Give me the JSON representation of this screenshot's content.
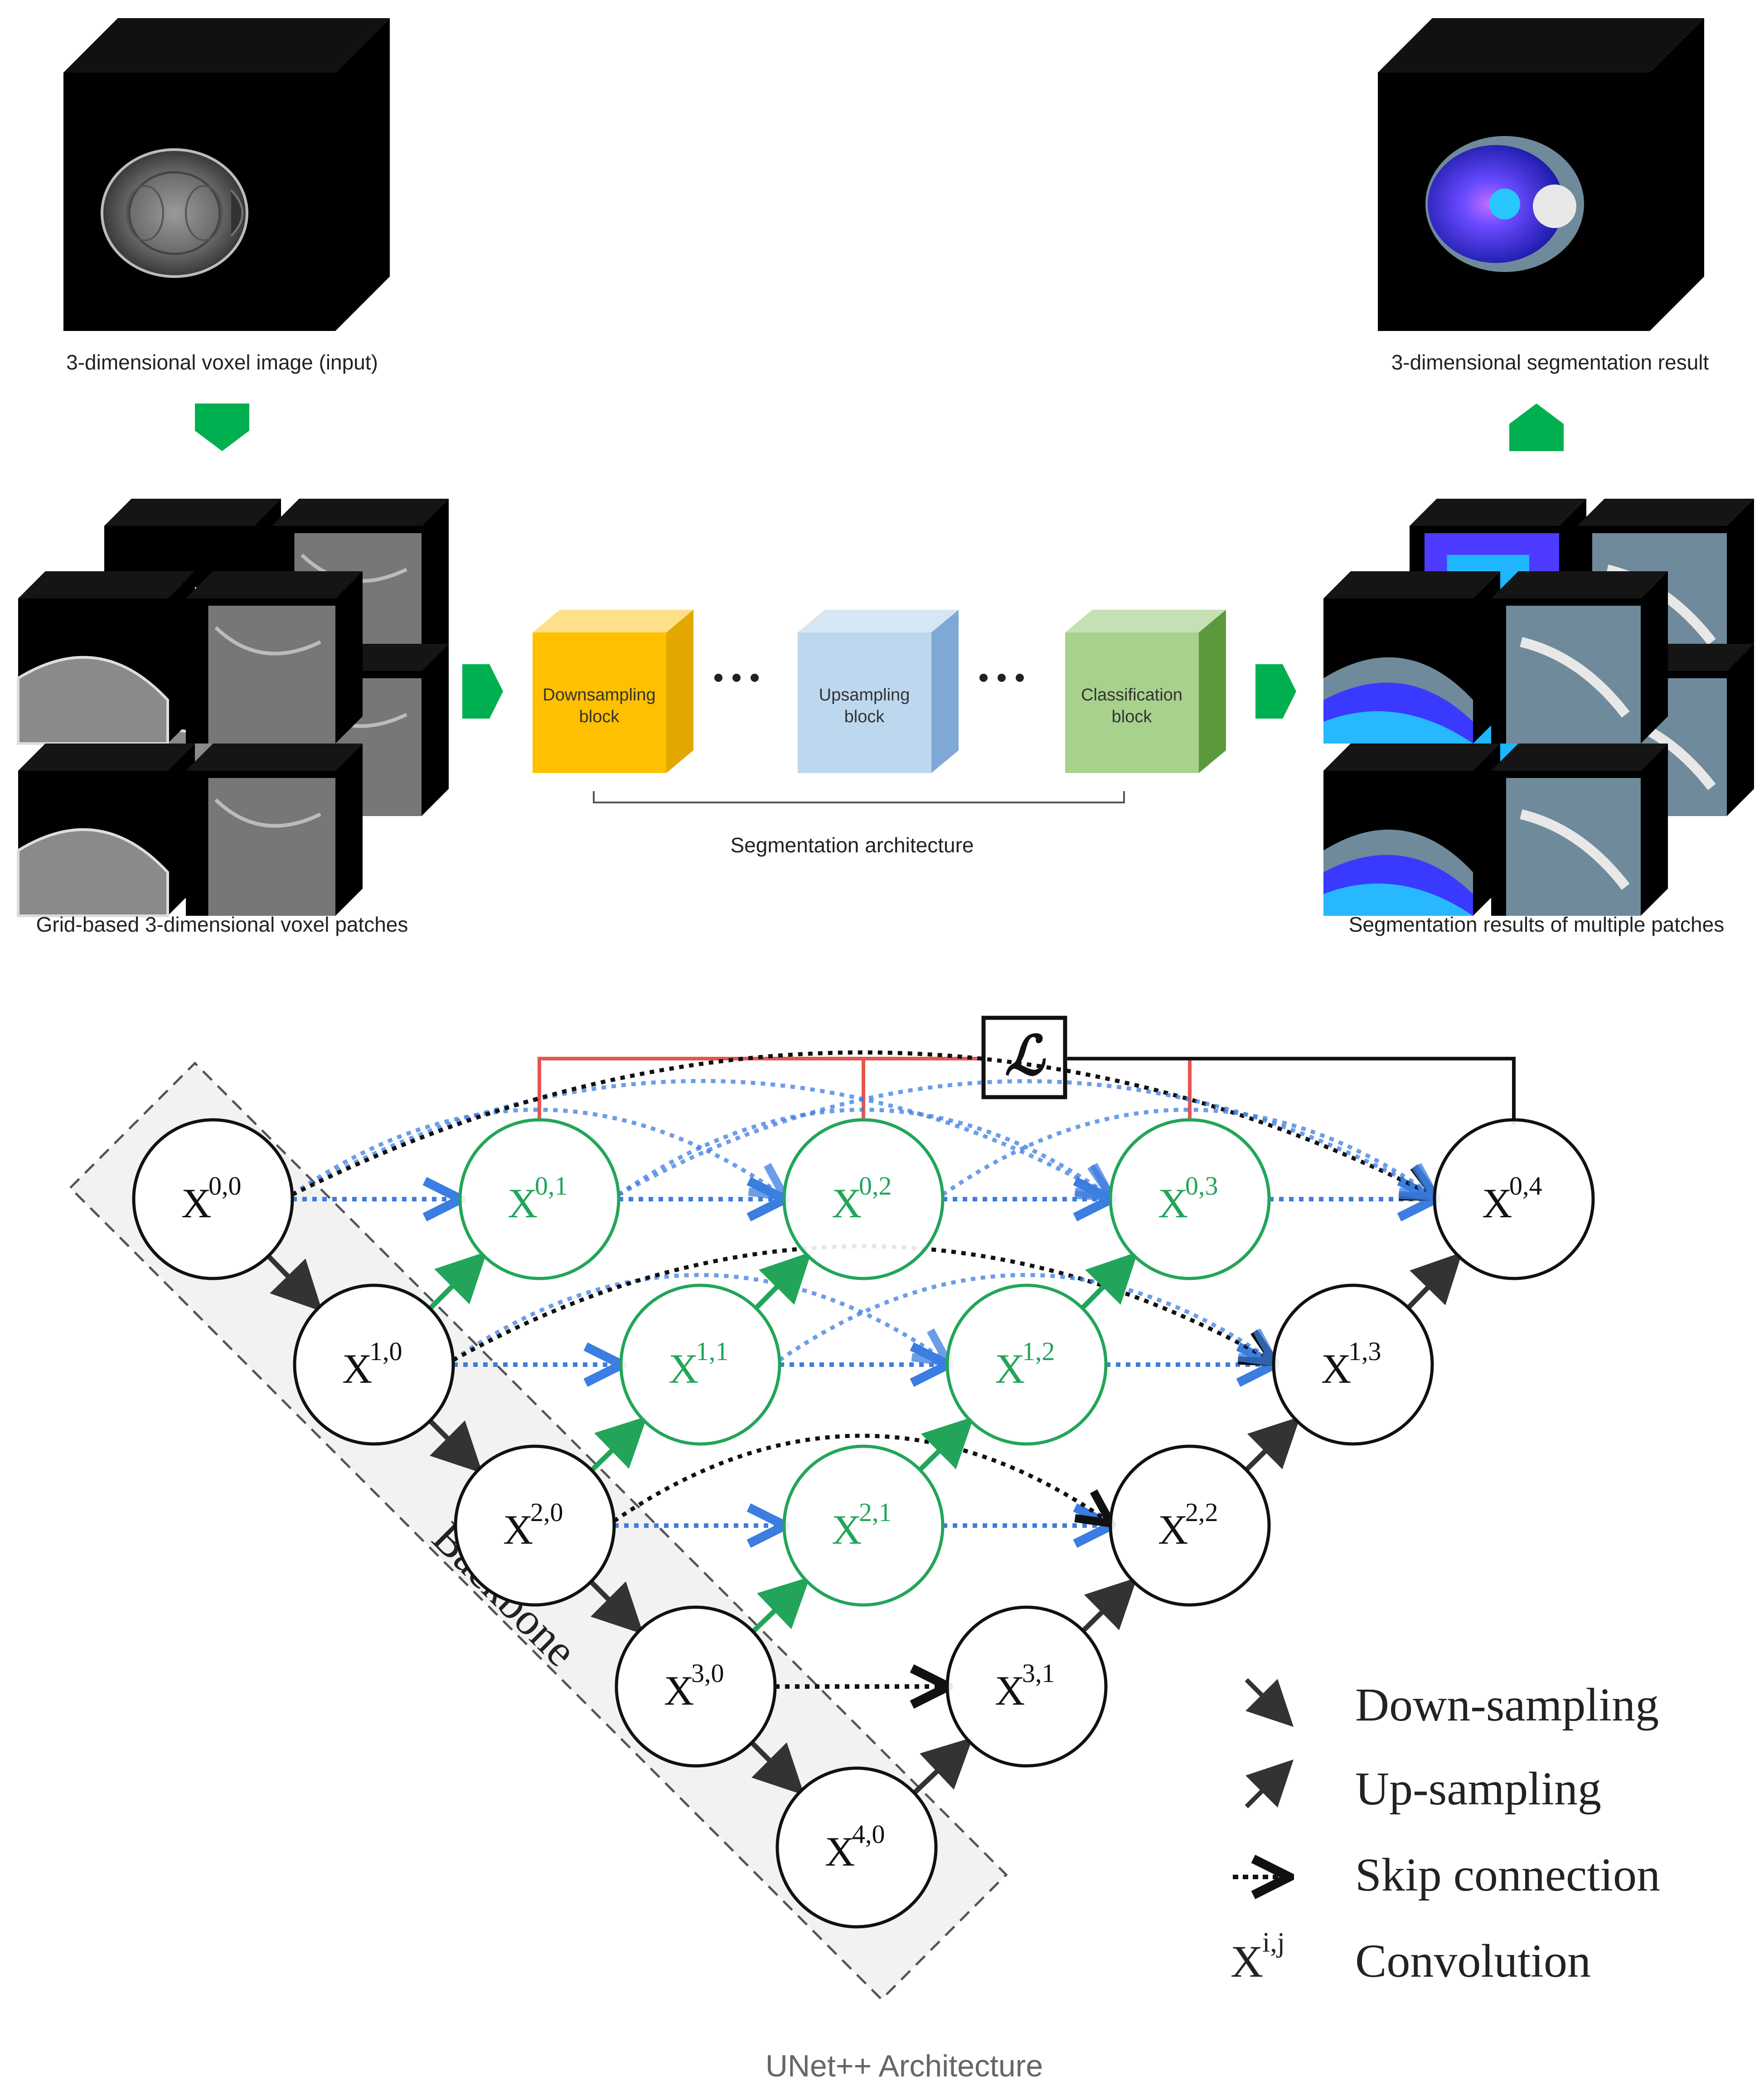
{
  "pipeline": {
    "input_label": "3-dimensional voxel image (input)",
    "output_label": "3-dimensional segmentation result",
    "patches_label": "Grid-based 3-dimensional voxel patches",
    "results_label": "Segmentation results of multiple patches",
    "architecture_label": "Segmentation architecture",
    "blocks": [
      {
        "line1": "Downsampling",
        "line2": "block",
        "color": "#ffc000"
      },
      {
        "line1": "Upsampling",
        "line2": "block",
        "color": "#9dc3e6"
      },
      {
        "line1": "Classification",
        "line2": "block",
        "color": "#70ad47"
      }
    ],
    "arrow_color": "#00b050"
  },
  "unet": {
    "loss_symbol": "ℒ",
    "backbone_label": "Backbone",
    "nodes": [
      {
        "base": "X",
        "sup": "0,0",
        "group": "backbone"
      },
      {
        "base": "X",
        "sup": "1,0",
        "group": "backbone"
      },
      {
        "base": "X",
        "sup": "2,0",
        "group": "backbone"
      },
      {
        "base": "X",
        "sup": "3,0",
        "group": "backbone"
      },
      {
        "base": "X",
        "sup": "4,0",
        "group": "backbone"
      },
      {
        "base": "X",
        "sup": "0,1",
        "group": "nested"
      },
      {
        "base": "X",
        "sup": "0,2",
        "group": "nested"
      },
      {
        "base": "X",
        "sup": "0,3",
        "group": "nested"
      },
      {
        "base": "X",
        "sup": "1,1",
        "group": "nested"
      },
      {
        "base": "X",
        "sup": "1,2",
        "group": "nested"
      },
      {
        "base": "X",
        "sup": "2,1",
        "group": "nested"
      },
      {
        "base": "X",
        "sup": "0,4",
        "group": "decoder"
      },
      {
        "base": "X",
        "sup": "1,3",
        "group": "decoder"
      },
      {
        "base": "X",
        "sup": "2,2",
        "group": "decoder"
      },
      {
        "base": "X",
        "sup": "3,1",
        "group": "decoder"
      }
    ],
    "legend": [
      {
        "symbol": "down-arrow-icon",
        "label": "Down-sampling"
      },
      {
        "symbol": "up-arrow-icon",
        "label": "Up-sampling"
      },
      {
        "symbol": "skip-arrow-icon",
        "label": "Skip connection"
      },
      {
        "symbol": "X",
        "symbol_sup": "i,j",
        "label": "Convolution"
      }
    ],
    "colors": {
      "nested_node": "#22a55a",
      "skip_blue": "#3b7de0",
      "loss_red": "#e8554e",
      "dark": "#333333"
    }
  },
  "caption": "UNet++ Architecture"
}
